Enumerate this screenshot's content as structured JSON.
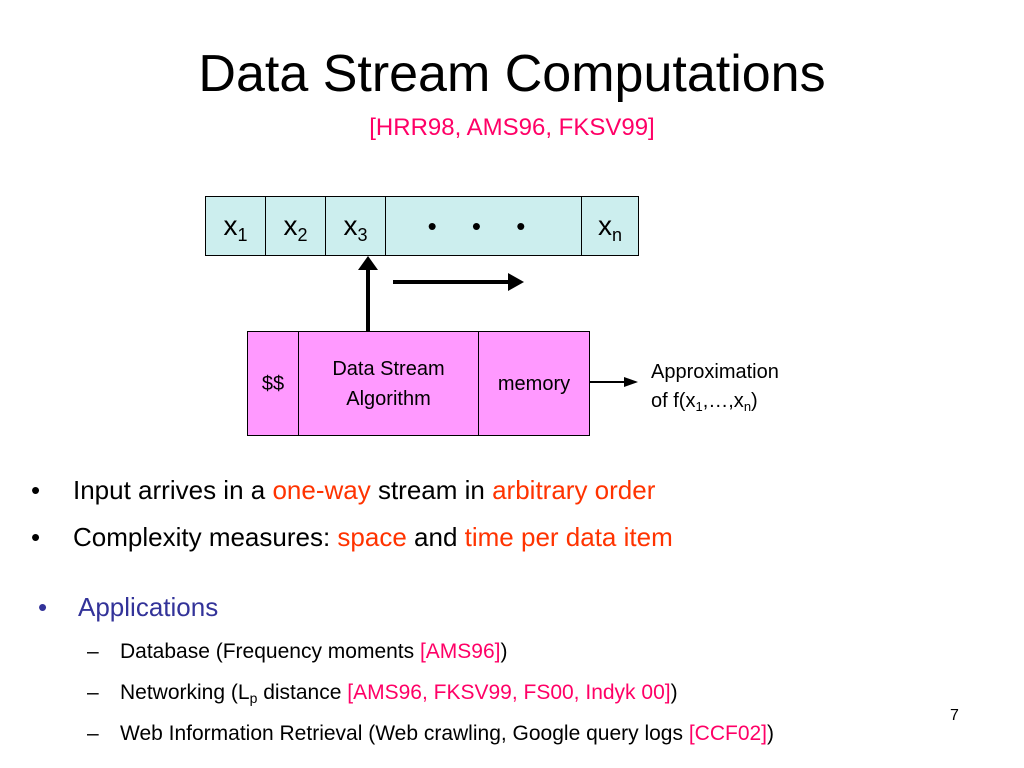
{
  "title": "Data Stream Computations",
  "subtitle": "[HRR98, AMS96, FKSV99]",
  "stream": {
    "x1": "x",
    "x1_sub": "1",
    "x2": "x",
    "x2_sub": "2",
    "x3": "x",
    "x3_sub": "3",
    "dots": "• • •",
    "xn": "x",
    "xn_sub": "n"
  },
  "algorithm_box": {
    "money": "$$",
    "algo_line1": "Data Stream",
    "algo_line2": "Algorithm",
    "memory": "memory"
  },
  "approximation": {
    "line1": "Approximation",
    "prefix": "of f(x",
    "sub1": "1",
    "middle": ",…,x",
    "subn": "n",
    "suffix": ")"
  },
  "bullets": {
    "marker": "•",
    "input": {
      "a": "Input arrives in a ",
      "b": "one-way",
      "c": " stream in ",
      "d": "arbitrary order"
    },
    "complexity": {
      "a": "Complexity measures: ",
      "b": "space",
      "c": " and ",
      "d": "time per data item"
    },
    "applications": "Applications"
  },
  "sub_bullets": {
    "marker": "–",
    "database": {
      "a": "Database (Frequency moments ",
      "b": "[AMS96]",
      "c": ")"
    },
    "networking": {
      "a": "Networking (L",
      "sub": "p",
      "b": " distance ",
      "c": "[AMS96, FKSV99, FS00, Indyk 00]",
      "d": ")"
    },
    "web": {
      "a": "Web Information Retrieval (Web crawling, Google query logs ",
      "b": "[CCF02]",
      "c": ")"
    }
  },
  "page_number": "7",
  "colors": {
    "title_ref": "#ff0066",
    "highlight": "#ff3300",
    "applications": "#333399",
    "stream_fill": "#cceeee",
    "algo_fill": "#ff99ff"
  }
}
